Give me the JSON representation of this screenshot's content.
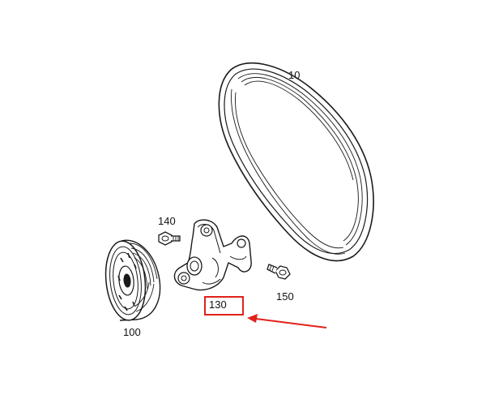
{
  "diagram": {
    "parts": [
      {
        "id": "belt",
        "callout": "10"
      },
      {
        "id": "pulley",
        "callout": "100"
      },
      {
        "id": "tensioner",
        "callout": "130"
      },
      {
        "id": "bolt-upper",
        "callout": "140"
      },
      {
        "id": "bolt-lower",
        "callout": "150"
      }
    ],
    "highlight": {
      "callout": "130",
      "box_color": "#e0211b",
      "arrow_color": "#e0211b"
    },
    "line_color": "#1a1a1a"
  }
}
